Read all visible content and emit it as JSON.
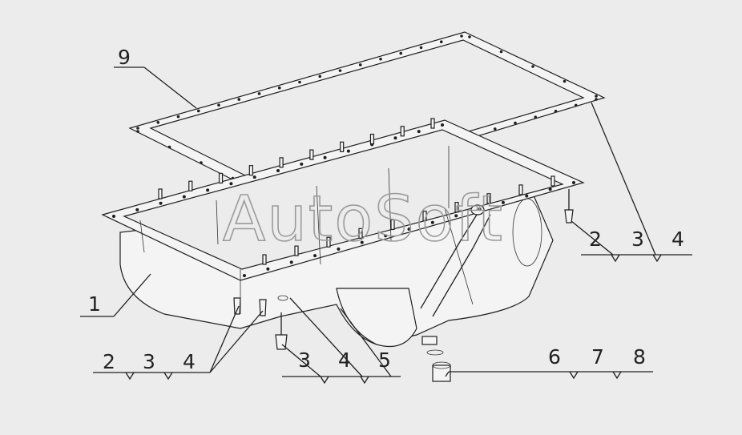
{
  "watermark": "AutoSoft",
  "callouts": [
    {
      "id": "9",
      "text": "9"
    },
    {
      "id": "1",
      "text": "1"
    },
    {
      "id": "5",
      "text": "5"
    }
  ],
  "groups": [
    {
      "id": "left",
      "labels": [
        "2",
        "3",
        "4"
      ]
    },
    {
      "id": "right",
      "labels": [
        "2",
        "3",
        "4"
      ]
    },
    {
      "id": "center",
      "labels": [
        "3",
        "4",
        "5"
      ]
    },
    {
      "id": "drain",
      "labels": [
        "6",
        "7",
        "8"
      ]
    }
  ]
}
